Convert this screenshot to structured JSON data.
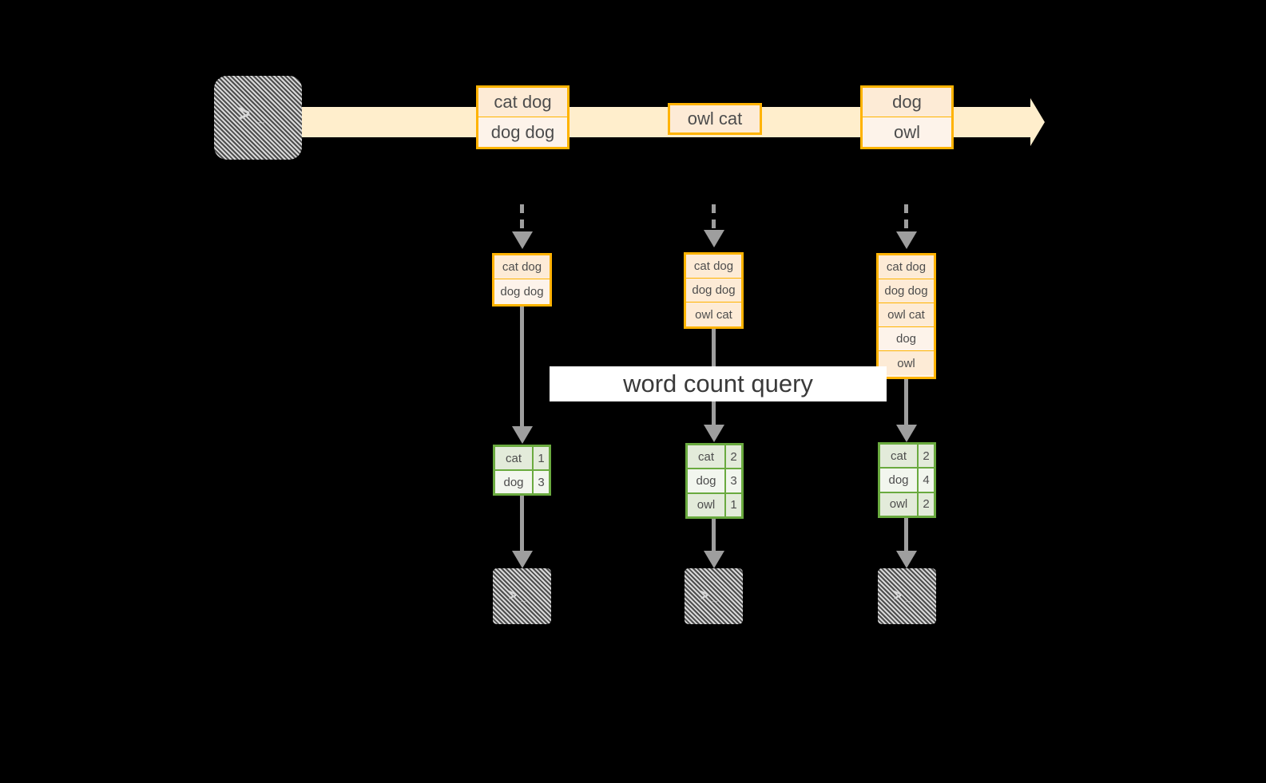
{
  "diagram": {
    "title": "word count query",
    "stream": {
      "source_icon": "terminal-icon",
      "source_glyph": ">_",
      "groups": [
        {
          "rows": [
            "cat dog",
            "dog dog"
          ]
        },
        {
          "rows": [
            "owl cat"
          ]
        },
        {
          "rows": [
            "dog",
            "owl"
          ]
        }
      ]
    },
    "microbatches": [
      {
        "rows": [
          "cat dog",
          "dog dog"
        ]
      },
      {
        "rows": [
          "cat dog",
          "dog dog",
          "owl cat"
        ]
      },
      {
        "rows": [
          "cat dog",
          "dog dog",
          "owl cat",
          "dog",
          "owl"
        ]
      }
    ],
    "results": [
      {
        "rows": [
          {
            "word": "cat",
            "count": "1"
          },
          {
            "word": "dog",
            "count": "3"
          }
        ]
      },
      {
        "rows": [
          {
            "word": "cat",
            "count": "2"
          },
          {
            "word": "dog",
            "count": "3"
          },
          {
            "word": "owl",
            "count": "1"
          }
        ]
      },
      {
        "rows": [
          {
            "word": "cat",
            "count": "2"
          },
          {
            "word": "dog",
            "count": "4"
          },
          {
            "word": "owl",
            "count": "2"
          }
        ]
      }
    ],
    "sinks": [
      {
        "glyph": ">_"
      },
      {
        "glyph": ">_"
      },
      {
        "glyph": ">_"
      }
    ],
    "colors": {
      "background": "#000000",
      "stream_band": "#ffeecc",
      "record_border": "#ffb300",
      "record_fill": "#fdebd6",
      "record_fill_light": "#fdf3ea",
      "result_border": "#6aaa3f",
      "result_fill": "#e3ebda",
      "result_fill_light": "#f2f6ee",
      "arrow": "#9e9e9e",
      "terminal_fill": "#7a7a7a",
      "label_fill": "#ffffff",
      "text": "#4d4d4d"
    }
  }
}
